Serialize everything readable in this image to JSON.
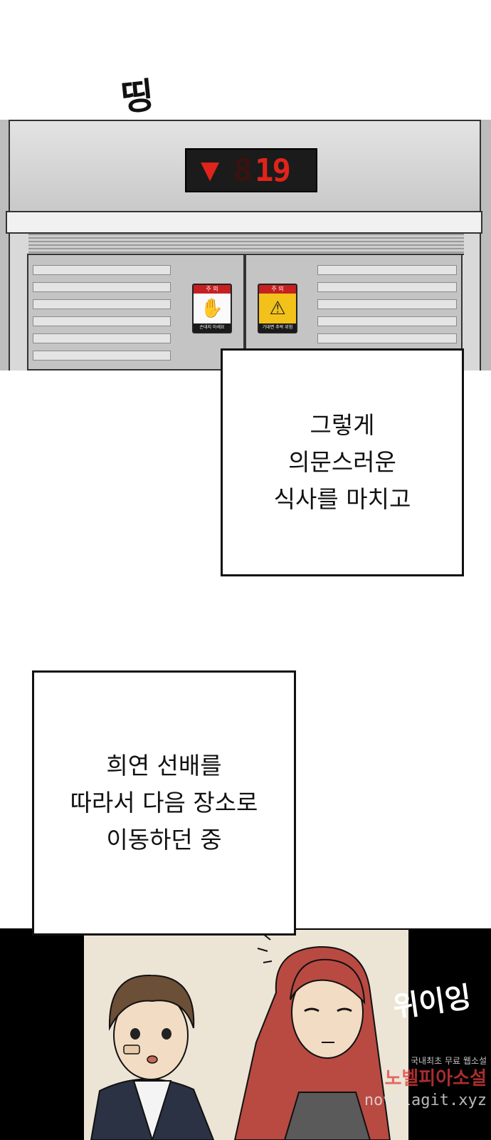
{
  "sfx": {
    "ding": "띵",
    "weeing": "위이잉"
  },
  "elevator": {
    "direction_arrow": "▼",
    "floor_ghost": "8",
    "floor_number": "19",
    "sign_left": {
      "header": "주 의",
      "icon": "✋",
      "footer": "손대지 마세요"
    },
    "sign_right": {
      "header": "주 의",
      "icon": "⚠",
      "footer": "기대면 추락 위험"
    }
  },
  "captions": [
    {
      "lines": [
        "그렇게",
        "의문스러운",
        "식사를 마치고"
      ]
    },
    {
      "lines": [
        "희연 선배를",
        "따라서 다음 장소로",
        "이동하던 중"
      ]
    }
  ],
  "watermark": {
    "line1": "국내최초 무료 웹소설",
    "line2": "노벨피아소설",
    "line3": "novelagit.xyz"
  },
  "colors": {
    "display_red": "#e0241b",
    "caption_border": "#111111",
    "hair_red": "#b84a42",
    "jacket_navy": "#2a3244"
  },
  "icons": {
    "down_arrow": "down-arrow-icon",
    "hand": "hand-icon",
    "warning": "warning-icon"
  }
}
